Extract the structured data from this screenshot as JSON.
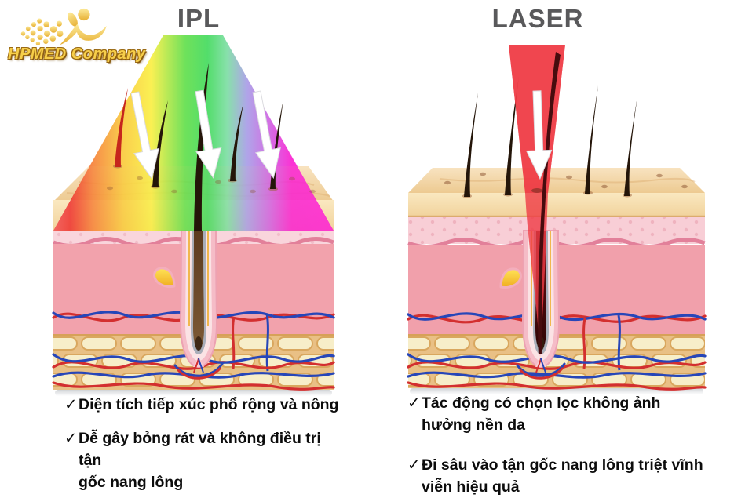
{
  "logo": {
    "company_name": "HPMED Company"
  },
  "checkmark_glyph": "✓",
  "left_panel": {
    "title": "IPL",
    "notes": [
      {
        "lines": [
          "Diện tích tiếp xúc phổ rộng và nông"
        ]
      },
      {
        "lines": [
          "Dễ gây bỏng rát và không điều trị tận",
          "gốc nang lông"
        ]
      }
    ]
  },
  "right_panel": {
    "title": "LASER",
    "notes": [
      {
        "lines": [
          "Tác động có chọn lọc không ảnh",
          "hưởng nền da"
        ]
      },
      {
        "lines": [
          "Đi sâu vào tận gốc nang lông triệt vĩnh",
          "viễn hiệu quả"
        ]
      }
    ]
  },
  "colors": {
    "logo_gold": "#f0c84a",
    "title_gray": "#59595b",
    "laser_red": "#ef3b45",
    "note_text": "#111111",
    "ipl_spectrum": [
      "#ee3330",
      "#f6823a",
      "#f9cb3e",
      "#63df4d",
      "#a89ee6",
      "#fa22d1"
    ]
  }
}
